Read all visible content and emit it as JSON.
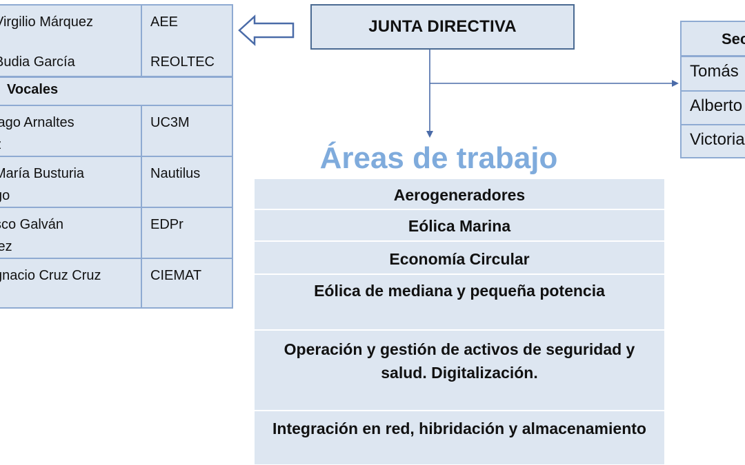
{
  "junta": {
    "title": "JUNTA DIRECTIVA"
  },
  "left_table": {
    "top_rows": [
      {
        "name": "Virgilio Márquez",
        "org": "AEE"
      },
      {
        "name": "Budia García",
        "org": "REOLTEC"
      }
    ],
    "vocales_title": "Vocales",
    "vocales": [
      {
        "name": "iago Arnaltes\nz",
        "org": "UC3M"
      },
      {
        "name": "María Busturia\ngo",
        "org": "Nautilus"
      },
      {
        "name": "sco Galván\nlez",
        "org": "EDPr"
      },
      {
        "name": "gnacio Cruz Cruz",
        "org": "CIEMAT"
      }
    ]
  },
  "right_table": {
    "header": "Sec",
    "items": [
      "Tomás",
      "Alberto",
      "Victoria"
    ]
  },
  "areas_title": "Áreas de trabajo",
  "areas": [
    "Aerogeneradores",
    "Eólica Marina",
    "Economía Circular",
    "Eólica de mediana y pequeña potencia",
    "Operación y gestión de activos de seguridad y salud. Digitalización.",
    "Integración en red, hibridación y almacenamiento"
  ],
  "colors": {
    "box_fill": "#dde6f1",
    "border": "#8eaad2",
    "connector": "#4a6ba8",
    "areas_title": "#7fabdc"
  }
}
